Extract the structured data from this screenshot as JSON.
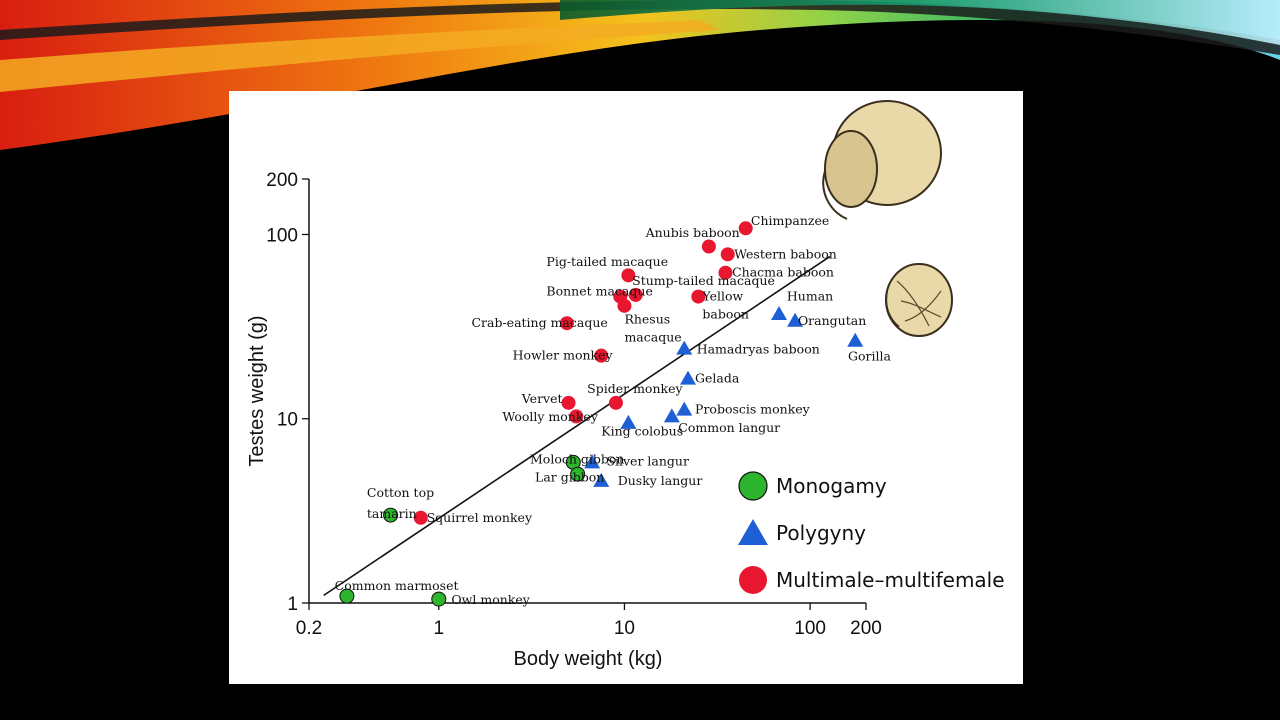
{
  "colors": {
    "monogamy": "#2db52d",
    "polygyny": "#1f5fd6",
    "multimale": "#e8162f",
    "slide_background": "#000000"
  },
  "chart_data": {
    "type": "scatter",
    "xlabel": "Body weight (kg)",
    "ylabel": "Testes weight (g)",
    "xscale": "log",
    "yscale": "log",
    "xlim": [
      0.2,
      200
    ],
    "ylim": [
      1,
      200
    ],
    "xticks": [
      "0.2",
      "1",
      "10",
      "100",
      "200"
    ],
    "yticks": [
      "1",
      "10",
      "100",
      "200"
    ],
    "grid": false,
    "legend_position": "bottom-right",
    "trendline": {
      "x": [
        0.24,
        128
      ],
      "y": [
        1.1,
        76
      ]
    },
    "series": [
      {
        "name": "Monogamy",
        "marker": "circle",
        "points": [
          {
            "label": "Common marmoset",
            "x": 0.32,
            "y": 1.09
          },
          {
            "label": "Owl monkey",
            "x": 1.0,
            "y": 1.05
          },
          {
            "label": "Cotton top tamarin",
            "x": 0.55,
            "y": 3.0
          },
          {
            "label": "Moloch gibbon",
            "x": 5.3,
            "y": 5.8
          },
          {
            "label": "Lar gibbon",
            "x": 5.6,
            "y": 5.0
          }
        ]
      },
      {
        "name": "Polygyny",
        "marker": "triangle",
        "points": [
          {
            "label": "Silver langur",
            "x": 6.7,
            "y": 5.8
          },
          {
            "label": "Dusky langur",
            "x": 7.5,
            "y": 4.6
          },
          {
            "label": "King colobus",
            "x": 10.5,
            "y": 9.5
          },
          {
            "label": "Common langur",
            "x": 18.0,
            "y": 10.3
          },
          {
            "label": "Proboscis monkey",
            "x": 21.0,
            "y": 11.2
          },
          {
            "label": "Gelada",
            "x": 22.0,
            "y": 16.5
          },
          {
            "label": "Hamadryas baboon",
            "x": 21.0,
            "y": 24.0
          },
          {
            "label": "Human",
            "x": 68.0,
            "y": 37.0
          },
          {
            "label": "Orangutan",
            "x": 83.0,
            "y": 34.0
          },
          {
            "label": "Gorilla",
            "x": 175.0,
            "y": 26.5
          }
        ]
      },
      {
        "name": "Multimale–multifemale",
        "marker": "circle",
        "points": [
          {
            "label": "Squirrel monkey",
            "x": 0.8,
            "y": 2.9
          },
          {
            "label": "Vervet",
            "x": 5.0,
            "y": 12.2
          },
          {
            "label": "Woolly monkey",
            "x": 5.5,
            "y": 10.3
          },
          {
            "label": "Spider monkey",
            "x": 9.0,
            "y": 12.2
          },
          {
            "label": "Howler monkey",
            "x": 7.5,
            "y": 22.0
          },
          {
            "label": "Crab-eating macaque",
            "x": 4.9,
            "y": 33.0
          },
          {
            "label": "Bonnet macaque",
            "x": 9.5,
            "y": 46.0
          },
          {
            "label": "Rhesus macaque",
            "x": 10.0,
            "y": 41.0
          },
          {
            "label": "Stump-tailed macaque",
            "x": 11.5,
            "y": 47.0
          },
          {
            "label": "Pig-tailed macaque",
            "x": 10.5,
            "y": 60.0
          },
          {
            "label": "Yellow baboon",
            "x": 25.0,
            "y": 46.0
          },
          {
            "label": "Anubis baboon",
            "x": 28.5,
            "y": 86.0
          },
          {
            "label": "Western baboon",
            "x": 36.0,
            "y": 78.0
          },
          {
            "label": "Chacma baboon",
            "x": 35.0,
            "y": 62.0
          },
          {
            "label": "Chimpanzee",
            "x": 45.0,
            "y": 108.0
          }
        ]
      }
    ],
    "labels": [
      {
        "text": "Common marmoset",
        "x": 0.275,
        "y": 1.24
      },
      {
        "text": "Owl monkey",
        "x": 1.17,
        "y": 1.04
      },
      {
        "text": "Cotton top",
        "x": 0.41,
        "y": 3.95
      },
      {
        "text": "tamarin",
        "x": 0.41,
        "y": 3.05
      },
      {
        "text": "Squirrel monkey",
        "x": 0.86,
        "y": 2.9
      },
      {
        "text": "Moloch gibbon",
        "x": 3.1,
        "y": 6.0
      },
      {
        "text": "Lar gibbon",
        "x": 3.3,
        "y": 4.8
      },
      {
        "text": "Silver langur",
        "x": 8.0,
        "y": 5.85
      },
      {
        "text": "Dusky langur",
        "x": 9.2,
        "y": 4.6
      },
      {
        "text": "King colobus",
        "x": 7.5,
        "y": 8.5
      },
      {
        "text": "Common langur",
        "x": 19.5,
        "y": 8.9
      },
      {
        "text": "Proboscis monkey",
        "x": 24.0,
        "y": 11.2
      },
      {
        "text": "Vervet",
        "x": 2.8,
        "y": 12.8
      },
      {
        "text": "Woolly monkey",
        "x": 2.2,
        "y": 10.2
      },
      {
        "text": "Spider monkey",
        "x": 6.3,
        "y": 14.5
      },
      {
        "text": "Gelada",
        "x": 24.0,
        "y": 16.5
      },
      {
        "text": "Howler monkey",
        "x": 2.5,
        "y": 22.0
      },
      {
        "text": "Hamadryas baboon",
        "x": 24.5,
        "y": 23.7
      },
      {
        "text": "Crab-eating macaque",
        "x": 1.5,
        "y": 33.0
      },
      {
        "text": "Rhesus",
        "x": 10.0,
        "y": 34.5
      },
      {
        "text": "macaque",
        "x": 10.0,
        "y": 27.6
      },
      {
        "text": "Bonnet macaque",
        "x": 3.8,
        "y": 49.0
      },
      {
        "text": "Stump-tailed macaque",
        "x": 11.0,
        "y": 56.0
      },
      {
        "text": "Pig-tailed macaque",
        "x": 3.8,
        "y": 71.0
      },
      {
        "text": "Yellow",
        "x": 26.3,
        "y": 46.0
      },
      {
        "text": "baboon",
        "x": 26.3,
        "y": 36.7
      },
      {
        "text": "Human",
        "x": 75.0,
        "y": 46.0
      },
      {
        "text": "Orangutan",
        "x": 86.0,
        "y": 34.0
      },
      {
        "text": "Gorilla",
        "x": 160.0,
        "y": 21.8
      },
      {
        "text": "Anubis baboon",
        "x": 13.0,
        "y": 102.0
      },
      {
        "text": "Western baboon",
        "x": 39.0,
        "y": 78.0
      },
      {
        "text": "Chacma baboon",
        "x": 38.0,
        "y": 62.0
      },
      {
        "text": "Chimpanzee",
        "x": 48.0,
        "y": 118.0
      }
    ]
  }
}
